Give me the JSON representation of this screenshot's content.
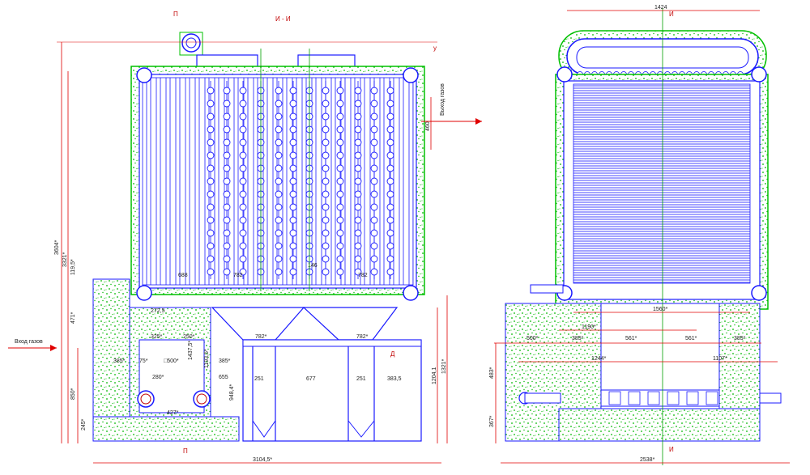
{
  "drawing": {
    "section_title": "И - И",
    "cut_mark_p": "П",
    "cut_mark_i": "И",
    "cut_mark_d": "Д",
    "mark_u": "у",
    "gas_inlet": "Вход газов",
    "gas_outlet": "Выход газов"
  },
  "left_view": {
    "dims": {
      "overall_width": "3104,5*",
      "h_3604": "3604*",
      "h_3321": "3321*",
      "h_119_5": "119,5*",
      "h_471": "471*",
      "h_850": "850*",
      "h_245": "245*",
      "h_460": "460",
      "h_1204_1": "1204,1",
      "h_1321": "1321*",
      "d_688": "688",
      "d_782_top": "782",
      "d_146": "146",
      "d_782_right": "782",
      "d_272_5": "272,5",
      "d_325": "325*",
      "d_250": "250*",
      "d_385": "385*",
      "d_75": "75*",
      "d_500": "□500*",
      "d_1437_5": "1437,5*",
      "d_1193_5": "1193,5*",
      "d_280": "280*",
      "d_385_b": "385*",
      "d_655": "655",
      "d_948": "948,4*",
      "d_427": "427*",
      "d_782_l": "782*",
      "d_782_r": "782*",
      "d_251_l": "251",
      "d_677": "677",
      "d_251_r": "251",
      "d_383_5": "383,5"
    }
  },
  "right_view": {
    "dims": {
      "top_width": "1424",
      "d_1560": "1560*",
      "d_1190": "1190*",
      "d_500": "500*",
      "d_385_l": "385*",
      "d_561_l": "561*",
      "d_561_r": "561*",
      "d_385_r": "385*",
      "d_1244": "1244*",
      "d_1107": "1107*",
      "h_483": "483*",
      "h_367": "367*",
      "overall_width": "2538*"
    }
  },
  "colors": {
    "steel": "#1a1aff",
    "dimension": "#e00000",
    "axis": "#00a000",
    "insulation": "#00c000",
    "text": "#222222"
  }
}
